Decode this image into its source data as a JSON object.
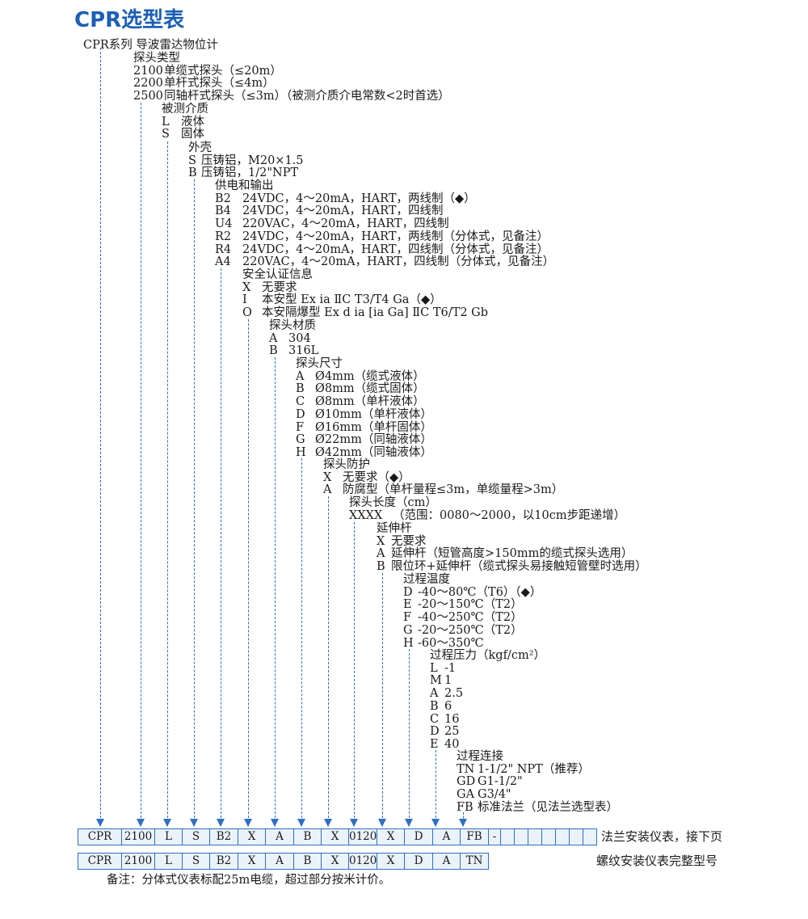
{
  "title": "CPR选型表",
  "series_title": "CPR系列 导波雷达物位计",
  "sections": [
    {
      "name": "probe-type",
      "title": "探头类型",
      "options": [
        {
          "code": "2100",
          "desc": "单缆式探头（≤20m）"
        },
        {
          "code": "2200",
          "desc": "单杆式探头（≤4m）"
        },
        {
          "code": "2500",
          "desc": "同轴杆式探头（≤3m）（被测介质介电常数<2时首选）"
        }
      ]
    },
    {
      "name": "medium",
      "title": "被测介质",
      "options": [
        {
          "code": "L",
          "desc": "液体"
        },
        {
          "code": "S",
          "desc": "固体"
        }
      ]
    },
    {
      "name": "housing",
      "title": "外壳",
      "options": [
        {
          "code": "S",
          "desc": "压铸铝，M20×1.5"
        },
        {
          "code": "B",
          "desc": "压铸铝，1/2\"NPT"
        }
      ]
    },
    {
      "name": "power-output",
      "title": "供电和输出",
      "options": [
        {
          "code": "B2",
          "desc": "24VDC，4～20mA，HART，两线制（◆）"
        },
        {
          "code": "B4",
          "desc": "24VDC，4～20mA，HART，四线制"
        },
        {
          "code": "U4",
          "desc": "220VAC，4～20mA，HART，四线制"
        },
        {
          "code": "R2",
          "desc": "24VDC，4～20mA，HART，两线制（分体式，见备注）"
        },
        {
          "code": "R4",
          "desc": "24VDC，4～20mA，HART，四线制（分体式，见备注）"
        },
        {
          "code": "A4",
          "desc": "220VAC，4～20mA，HART，四线制（分体式，见备注）"
        }
      ]
    },
    {
      "name": "certification",
      "title": "安全认证信息",
      "options": [
        {
          "code": "X",
          "desc": "无要求"
        },
        {
          "code": "I",
          "desc": "本安型 Ex ia ⅡC T3/T4 Ga（◆）"
        },
        {
          "code": "O",
          "desc": "本安隔爆型 Ex d ia [ia Ga] ⅡC T6/T2 Gb"
        }
      ]
    },
    {
      "name": "probe-material",
      "title": "探头材质",
      "options": [
        {
          "code": "A",
          "desc": "304"
        },
        {
          "code": "B",
          "desc": "316L"
        }
      ]
    },
    {
      "name": "probe-size",
      "title": "探头尺寸",
      "options": [
        {
          "code": "A",
          "desc": "Ø4mm（缆式液体）"
        },
        {
          "code": "B",
          "desc": "Ø8mm（缆式固体）"
        },
        {
          "code": "C",
          "desc": "Ø8mm（单杆液体）"
        },
        {
          "code": "D",
          "desc": "Ø10mm（单杆液体）"
        },
        {
          "code": "F",
          "desc": "Ø16mm（单杆固体）"
        },
        {
          "code": "G",
          "desc": "Ø22mm（同轴液体）"
        },
        {
          "code": "H",
          "desc": "Ø42mm（同轴液体）"
        }
      ]
    },
    {
      "name": "probe-protection",
      "title": "探头防护",
      "options": [
        {
          "code": "X",
          "desc": "无要求（◆）"
        },
        {
          "code": "A",
          "desc": "防腐型（单杆量程≤3m，单缆量程>3m）"
        }
      ]
    },
    {
      "name": "probe-length",
      "title": "探头长度（cm）",
      "options": [
        {
          "code": "XXXX",
          "desc": "（范围：0080～2000，以10cm步距递增）"
        }
      ]
    },
    {
      "name": "extension-rod",
      "title": "延伸杆",
      "options": [
        {
          "code": "X",
          "desc": "无要求"
        },
        {
          "code": "A",
          "desc": "延伸杆（短管高度>150mm的缆式探头选用）"
        },
        {
          "code": "B",
          "desc": "限位环+延伸杆（缆式探头易接触短管壁时选用）"
        }
      ]
    },
    {
      "name": "process-temperature",
      "title": "过程温度",
      "options": [
        {
          "code": "D",
          "desc": "-40～80℃（T6）（◆）"
        },
        {
          "code": "E",
          "desc": "-20～150℃（T2）"
        },
        {
          "code": "F",
          "desc": "-40～250℃（T2）"
        },
        {
          "code": "G",
          "desc": "-20～250℃（T2）"
        },
        {
          "code": "H",
          "desc": "-60～350℃"
        }
      ]
    },
    {
      "name": "process-pressure",
      "title": "过程压力（kgf/cm²）",
      "options": [
        {
          "code": "L",
          "desc": "-1"
        },
        {
          "code": "M",
          "desc": "1"
        },
        {
          "code": "A",
          "desc": "2.5"
        },
        {
          "code": "B",
          "desc": "6"
        },
        {
          "code": "C",
          "desc": "16"
        },
        {
          "code": "D",
          "desc": "25"
        },
        {
          "code": "E",
          "desc": "40"
        }
      ]
    },
    {
      "name": "process-connection",
      "title": "过程连接",
      "options": [
        {
          "code": "TN",
          "desc": "1-1/2\" NPT（推荐）"
        },
        {
          "code": "GD",
          "desc": "G1-1/2\""
        },
        {
          "code": "GA",
          "desc": "G3/4\""
        },
        {
          "code": "FB",
          "desc": "标准法兰（见法兰选型表）"
        }
      ]
    }
  ],
  "example_rows": [
    {
      "name": "flange-example",
      "cells": [
        "CPR",
        "2100",
        "L",
        "S",
        "B2",
        "X",
        "A",
        "B",
        "X",
        "0120",
        "X",
        "D",
        "A",
        "FB",
        "-",
        "",
        "",
        "",
        "",
        "",
        "",
        ""
      ],
      "label": "法兰安装仪表，接下页"
    },
    {
      "name": "thread-example",
      "cells": [
        "CPR",
        "2100",
        "L",
        "S",
        "B2",
        "X",
        "A",
        "B",
        "X",
        "0120",
        "X",
        "D",
        "A",
        "TN"
      ],
      "label": "螺纹安装仪表完整型号"
    }
  ],
  "footnote": "备注：分体式仪表标配25m电缆，超过部分按米计价。",
  "colors": {
    "accent": "#1d5fb4",
    "guide": "#2f6fc4",
    "cell_fill": "#eaf3fc"
  }
}
